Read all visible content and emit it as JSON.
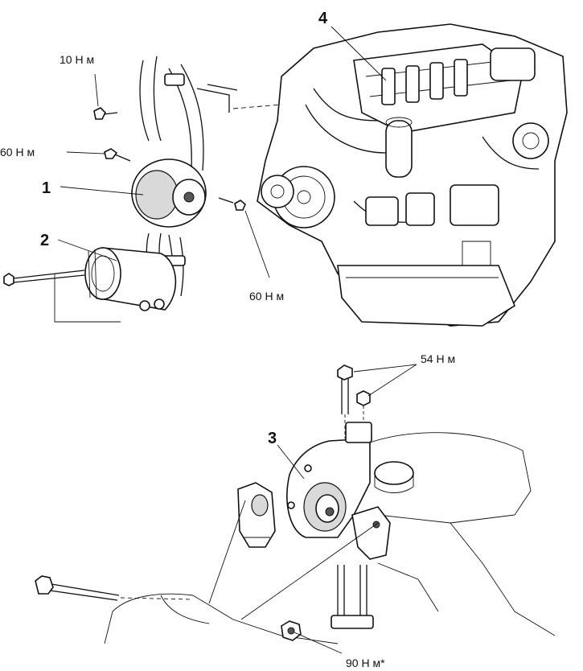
{
  "callouts": {
    "c1": "1",
    "c2": "2",
    "c3": "3",
    "c4": "4"
  },
  "torques": {
    "t10": "10 Н м",
    "t60a": "60 Н м",
    "t60b": "60 Н м",
    "t54": "54 Н м",
    "t90": "90 Н м*"
  }
}
